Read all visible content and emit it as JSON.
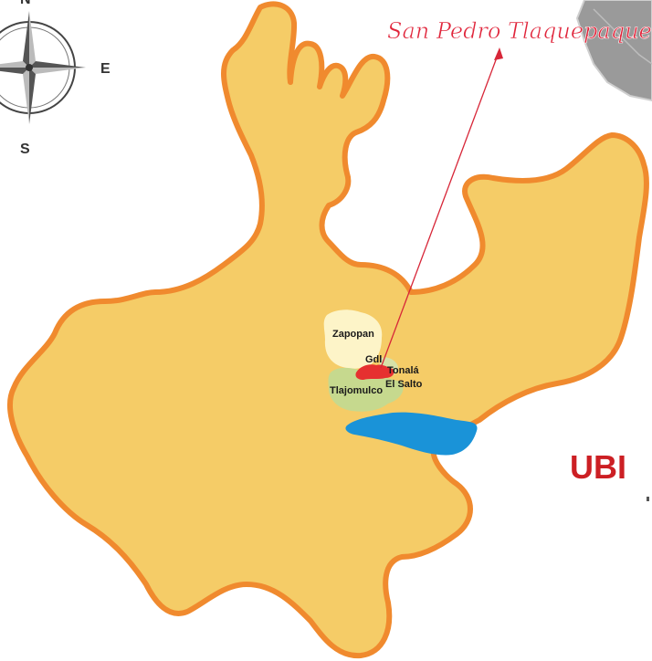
{
  "title": "San Pedro Tlaquepaque",
  "compass": {
    "north": "N",
    "east": "E",
    "south": "S"
  },
  "labels": {
    "zapopan": "Zapopan",
    "gdl": "Gdl",
    "tonala": "Tonalá",
    "el_salto": "El Salto",
    "tlajomulco": "Tlajomulco"
  },
  "side_text": "UBI",
  "colors": {
    "state_fill": "#f5cc67",
    "state_border": "#f08a2e",
    "zapopan": "#fdf4c8",
    "tlajomulco": "#c6d98e",
    "highlight": "#e63030",
    "lake": "#1a93d8",
    "arrow": "#d72638",
    "neighbor": "#9a9a9a"
  }
}
